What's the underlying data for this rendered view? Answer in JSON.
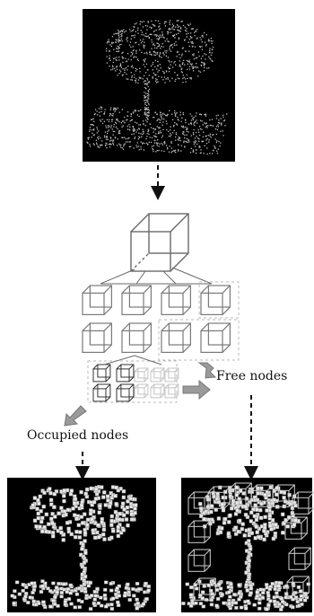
{
  "labels": {
    "free_nodes": "Free nodes",
    "occupied_nodes": "Occupied nodes"
  },
  "images": {
    "top": "tree-point-cloud",
    "bottom_left": "tree-occupied-voxels",
    "bottom_right": "tree-voxels-with-free-boxes"
  },
  "colors": {
    "background": "#ffffff",
    "image_bg": "#000000",
    "cube_stroke": "#6a6a6a",
    "arrow_gray": "#9a9a9a"
  },
  "icons": [
    "dashed-arrow",
    "gray-arrow",
    "cube-icon"
  ]
}
